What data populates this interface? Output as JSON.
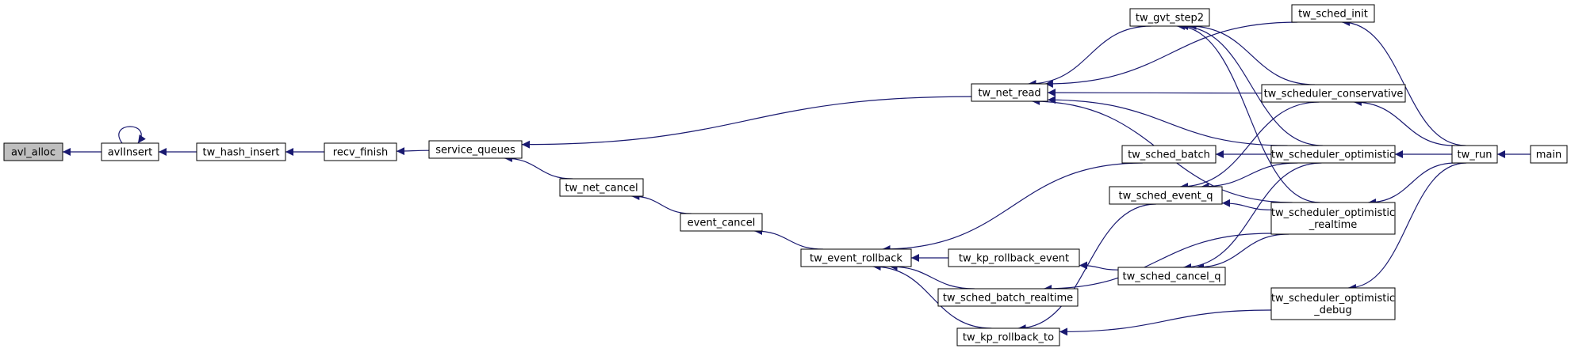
{
  "diagram": {
    "colors": {
      "edge": "#191970",
      "node_border": "#000000",
      "node_fill": "#ffffff",
      "root_fill": "#bfbfbf"
    },
    "nodes": [
      {
        "id": "avl_alloc",
        "label": "avl_alloc",
        "root": true
      },
      {
        "id": "avlInsert",
        "label": "avlInsert"
      },
      {
        "id": "tw_hash_insert",
        "label": "tw_hash_insert"
      },
      {
        "id": "recv_finish",
        "label": "recv_finish"
      },
      {
        "id": "service_queues",
        "label": "service_queues"
      },
      {
        "id": "tw_net_read",
        "label": "tw_net_read"
      },
      {
        "id": "tw_net_cancel",
        "label": "tw_net_cancel"
      },
      {
        "id": "event_cancel",
        "label": "event_cancel"
      },
      {
        "id": "tw_event_rollback",
        "label": "tw_event_rollback"
      },
      {
        "id": "tw_gvt_step2",
        "label": "tw_gvt_step2"
      },
      {
        "id": "tw_sched_batch",
        "label": "tw_sched_batch"
      },
      {
        "id": "tw_sched_event_q",
        "label": "tw_sched_event_q"
      },
      {
        "id": "tw_kp_rollback_event",
        "label": "tw_kp_rollback_event"
      },
      {
        "id": "tw_sched_cancel_q",
        "label": "tw_sched_cancel_q"
      },
      {
        "id": "tw_sched_batch_realtime",
        "label": "tw_sched_batch_realtime"
      },
      {
        "id": "tw_kp_rollback_to",
        "label": "tw_kp_rollback_to"
      },
      {
        "id": "tw_sched_init",
        "label": "tw_sched_init"
      },
      {
        "id": "tw_scheduler_conservative",
        "label": "tw_scheduler_conservative"
      },
      {
        "id": "tw_scheduler_optimistic",
        "label": "tw_scheduler_optimistic"
      },
      {
        "id": "tw_scheduler_optimistic_realtime",
        "label": [
          "tw_scheduler_optimistic",
          "_realtime"
        ]
      },
      {
        "id": "tw_scheduler_optimistic_debug",
        "label": [
          "tw_scheduler_optimistic",
          "_debug"
        ]
      },
      {
        "id": "tw_run",
        "label": "tw_run"
      },
      {
        "id": "main",
        "label": "main"
      }
    ],
    "edges": [
      {
        "from": "avlInsert",
        "to": "avl_alloc"
      },
      {
        "from": "avlInsert",
        "to": "avlInsert"
      },
      {
        "from": "tw_hash_insert",
        "to": "avlInsert"
      },
      {
        "from": "recv_finish",
        "to": "tw_hash_insert"
      },
      {
        "from": "service_queues",
        "to": "recv_finish"
      },
      {
        "from": "tw_net_read",
        "to": "service_queues"
      },
      {
        "from": "tw_net_cancel",
        "to": "service_queues"
      },
      {
        "from": "event_cancel",
        "to": "tw_net_cancel"
      },
      {
        "from": "tw_event_rollback",
        "to": "event_cancel"
      },
      {
        "from": "tw_gvt_step2",
        "to": "tw_net_read"
      },
      {
        "from": "tw_sched_init",
        "to": "tw_net_read"
      },
      {
        "from": "tw_scheduler_conservative",
        "to": "tw_net_read"
      },
      {
        "from": "tw_scheduler_optimistic",
        "to": "tw_net_read"
      },
      {
        "from": "tw_scheduler_optimistic_realtime",
        "to": "tw_net_read"
      },
      {
        "from": "tw_sched_batch",
        "to": "tw_event_rollback"
      },
      {
        "from": "tw_kp_rollback_event",
        "to": "tw_event_rollback"
      },
      {
        "from": "tw_sched_batch_realtime",
        "to": "tw_event_rollback"
      },
      {
        "from": "tw_kp_rollback_to",
        "to": "tw_event_rollback"
      },
      {
        "from": "tw_scheduler_conservative",
        "to": "tw_gvt_step2"
      },
      {
        "from": "tw_scheduler_optimistic",
        "to": "tw_gvt_step2"
      },
      {
        "from": "tw_scheduler_optimistic_realtime",
        "to": "tw_gvt_step2"
      },
      {
        "from": "tw_scheduler_optimistic",
        "to": "tw_sched_batch"
      },
      {
        "from": "tw_scheduler_optimistic",
        "to": "tw_sched_event_q"
      },
      {
        "from": "tw_scheduler_optimistic_realtime",
        "to": "tw_sched_event_q"
      },
      {
        "from": "tw_scheduler_conservative",
        "to": "tw_sched_event_q"
      },
      {
        "from": "tw_sched_cancel_q",
        "to": "tw_kp_rollback_event"
      },
      {
        "from": "tw_scheduler_optimistic",
        "to": "tw_sched_cancel_q"
      },
      {
        "from": "tw_scheduler_optimistic_realtime",
        "to": "tw_sched_cancel_q"
      },
      {
        "from": "tw_scheduler_optimistic_realtime",
        "to": "tw_sched_batch_realtime"
      },
      {
        "from": "tw_sched_event_q",
        "to": "tw_kp_rollback_to"
      },
      {
        "from": "tw_scheduler_optimistic_debug",
        "to": "tw_kp_rollback_to"
      },
      {
        "from": "tw_run",
        "to": "tw_sched_init"
      },
      {
        "from": "tw_run",
        "to": "tw_scheduler_conservative"
      },
      {
        "from": "tw_run",
        "to": "tw_scheduler_optimistic"
      },
      {
        "from": "tw_run",
        "to": "tw_scheduler_optimistic_realtime"
      },
      {
        "from": "tw_run",
        "to": "tw_scheduler_optimistic_debug"
      },
      {
        "from": "main",
        "to": "tw_run"
      }
    ]
  }
}
